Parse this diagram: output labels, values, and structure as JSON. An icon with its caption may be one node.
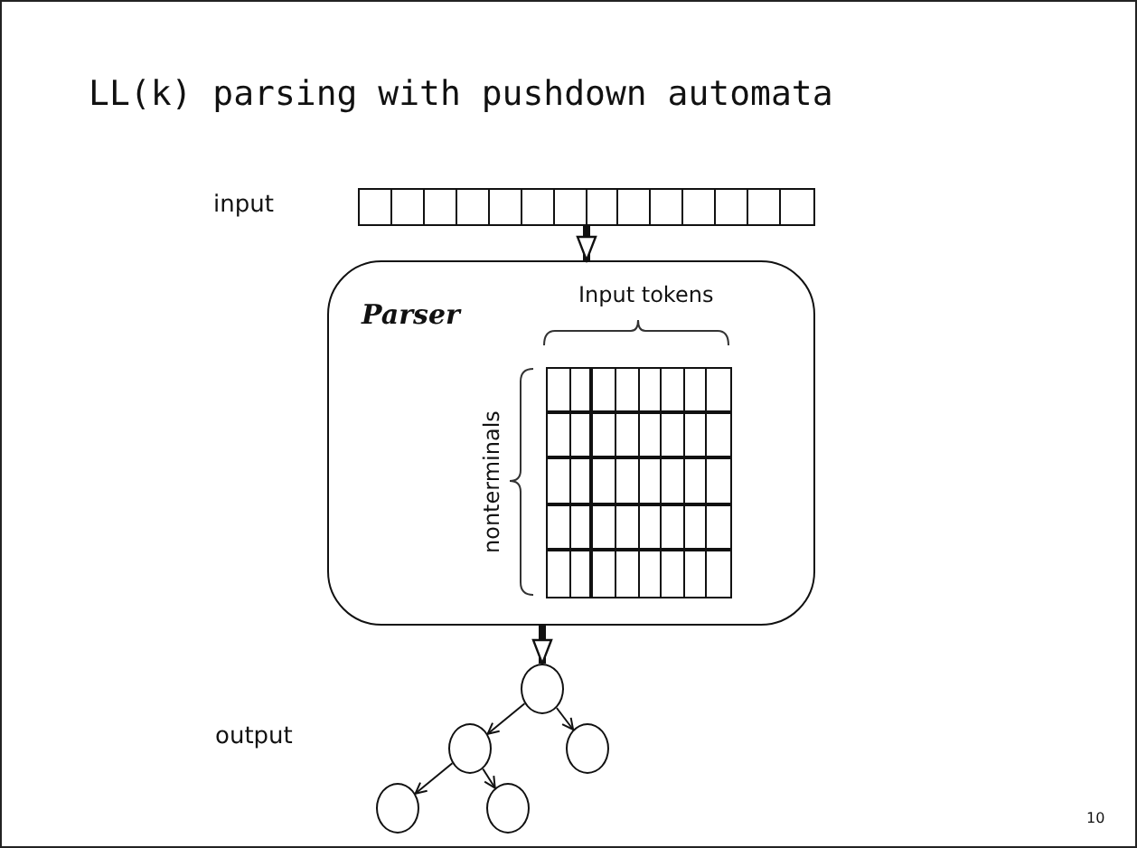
{
  "diagram": {
    "title": "LL(k) parsing with pushdown automata",
    "nodes": [
      {
        "text": [],
        "shape": "box",
        "beside": [
          "input"
        ]
      },
      {
        "text": [
          "Parser"
        ]
      },
      {
        "text": [],
        "shape": "box",
        "in": 1
      },
      {
        "text": [],
        "shape": "circle"
      },
      {
        "text": [],
        "shape": "circle"
      },
      {
        "text": [],
        "shape": "circle"
      },
      {
        "text": [],
        "shape": "circle"
      },
      {
        "text": [],
        "shape": "circle"
      }
    ],
    "edges": [
      {
        "from": 0,
        "to": 1,
        "arrow": "to",
        "style": "thick"
      },
      {
        "from": 1,
        "to": 3,
        "arrow": "to",
        "style": "thick"
      },
      {
        "from": 3,
        "to": 4,
        "arrow": "to"
      },
      {
        "from": 3,
        "to": 5,
        "arrow": "to"
      },
      {
        "from": 4,
        "to": 6,
        "arrow": "to"
      },
      {
        "from": 4,
        "to": 7,
        "arrow": "to"
      }
    ],
    "labels": [
      "Input tokens",
      "nonterminals",
      "output",
      "10"
    ]
  }
}
